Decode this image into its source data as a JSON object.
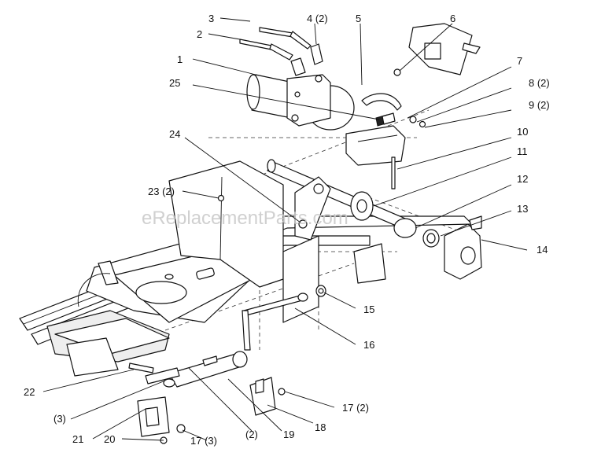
{
  "watermark": "eReplacementParts.com",
  "callouts": [
    {
      "id": "c1",
      "text": "1"
    },
    {
      "id": "c2",
      "text": "2"
    },
    {
      "id": "c3",
      "text": "3"
    },
    {
      "id": "c4",
      "text": "4 (2)"
    },
    {
      "id": "c5",
      "text": "5"
    },
    {
      "id": "c6",
      "text": "6"
    },
    {
      "id": "c7",
      "text": "7"
    },
    {
      "id": "c8",
      "text": "8 (2)"
    },
    {
      "id": "c9",
      "text": "9 (2)"
    },
    {
      "id": "c10",
      "text": "10"
    },
    {
      "id": "c11",
      "text": "11"
    },
    {
      "id": "c12",
      "text": "12"
    },
    {
      "id": "c13",
      "text": "13"
    },
    {
      "id": "c14",
      "text": "14"
    },
    {
      "id": "c15",
      "text": "15"
    },
    {
      "id": "c16",
      "text": "16"
    },
    {
      "id": "c17a",
      "text": "17 (2)"
    },
    {
      "id": "c17b",
      "text": "17 (3)"
    },
    {
      "id": "c18",
      "text": "18"
    },
    {
      "id": "c19",
      "text": "19"
    },
    {
      "id": "c2b",
      "text": "(2)"
    },
    {
      "id": "c20",
      "text": "20"
    },
    {
      "id": "c21",
      "text": "21"
    },
    {
      "id": "c3b",
      "text": "(3)"
    },
    {
      "id": "c22",
      "text": "22"
    },
    {
      "id": "c23",
      "text": "23 (2)"
    },
    {
      "id": "c24",
      "text": "24"
    },
    {
      "id": "c25",
      "text": "25"
    }
  ]
}
